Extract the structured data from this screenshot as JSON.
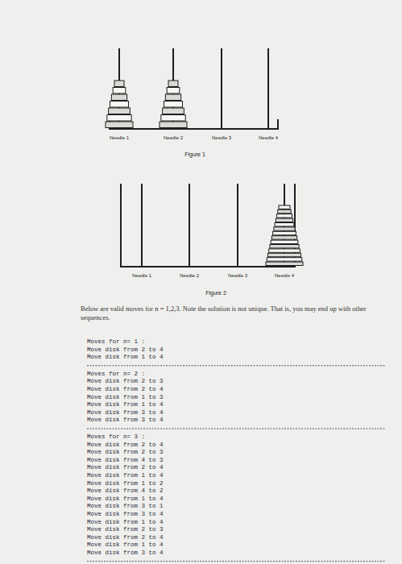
{
  "diagram": {
    "labels": [
      "Needle 1",
      "Needle 2",
      "Needle 3",
      "Needle 4",
      "Figure 1",
      "Needle 1",
      "Needle 2",
      "Needle 3",
      "Needle 4",
      "Figure 2",
      "Below are valid moves for n = 1,2,3. Note the solution is not unique. That is, you may end up with other sequences.",
      "Moves for n= 1 :",
      "Move disk from 2 to 4",
      "Move disk from 1 to 4",
      "Moves for n= 2 :",
      "Move disk from 2 to 3",
      "Move disk from 2 to 4",
      "Move disk from 1 to 3",
      "Move disk from 1 to 4",
      "Move disk from 3 to 4",
      "Move disk from 3 to 4",
      "Moves for n= 3 :",
      "Move disk from 2 to 4",
      "Move disk from 2 to 3",
      "Move disk from 4 to 3",
      "Move disk from 2 to 4",
      "Move disk from 1 to 4",
      "Move disk from 1 to 2",
      "Move disk from 4 to 2",
      "Move disk from 1 to 4",
      "Move disk from 3 to 1",
      "Move disk from 3 to 4",
      "Move disk from 1 to 4",
      "Move disk from 2 to 3",
      "Move disk from 2 to 4",
      "Move disk from 1 to 4",
      "Move disk from 3 to 4"
    ]
  }
}
